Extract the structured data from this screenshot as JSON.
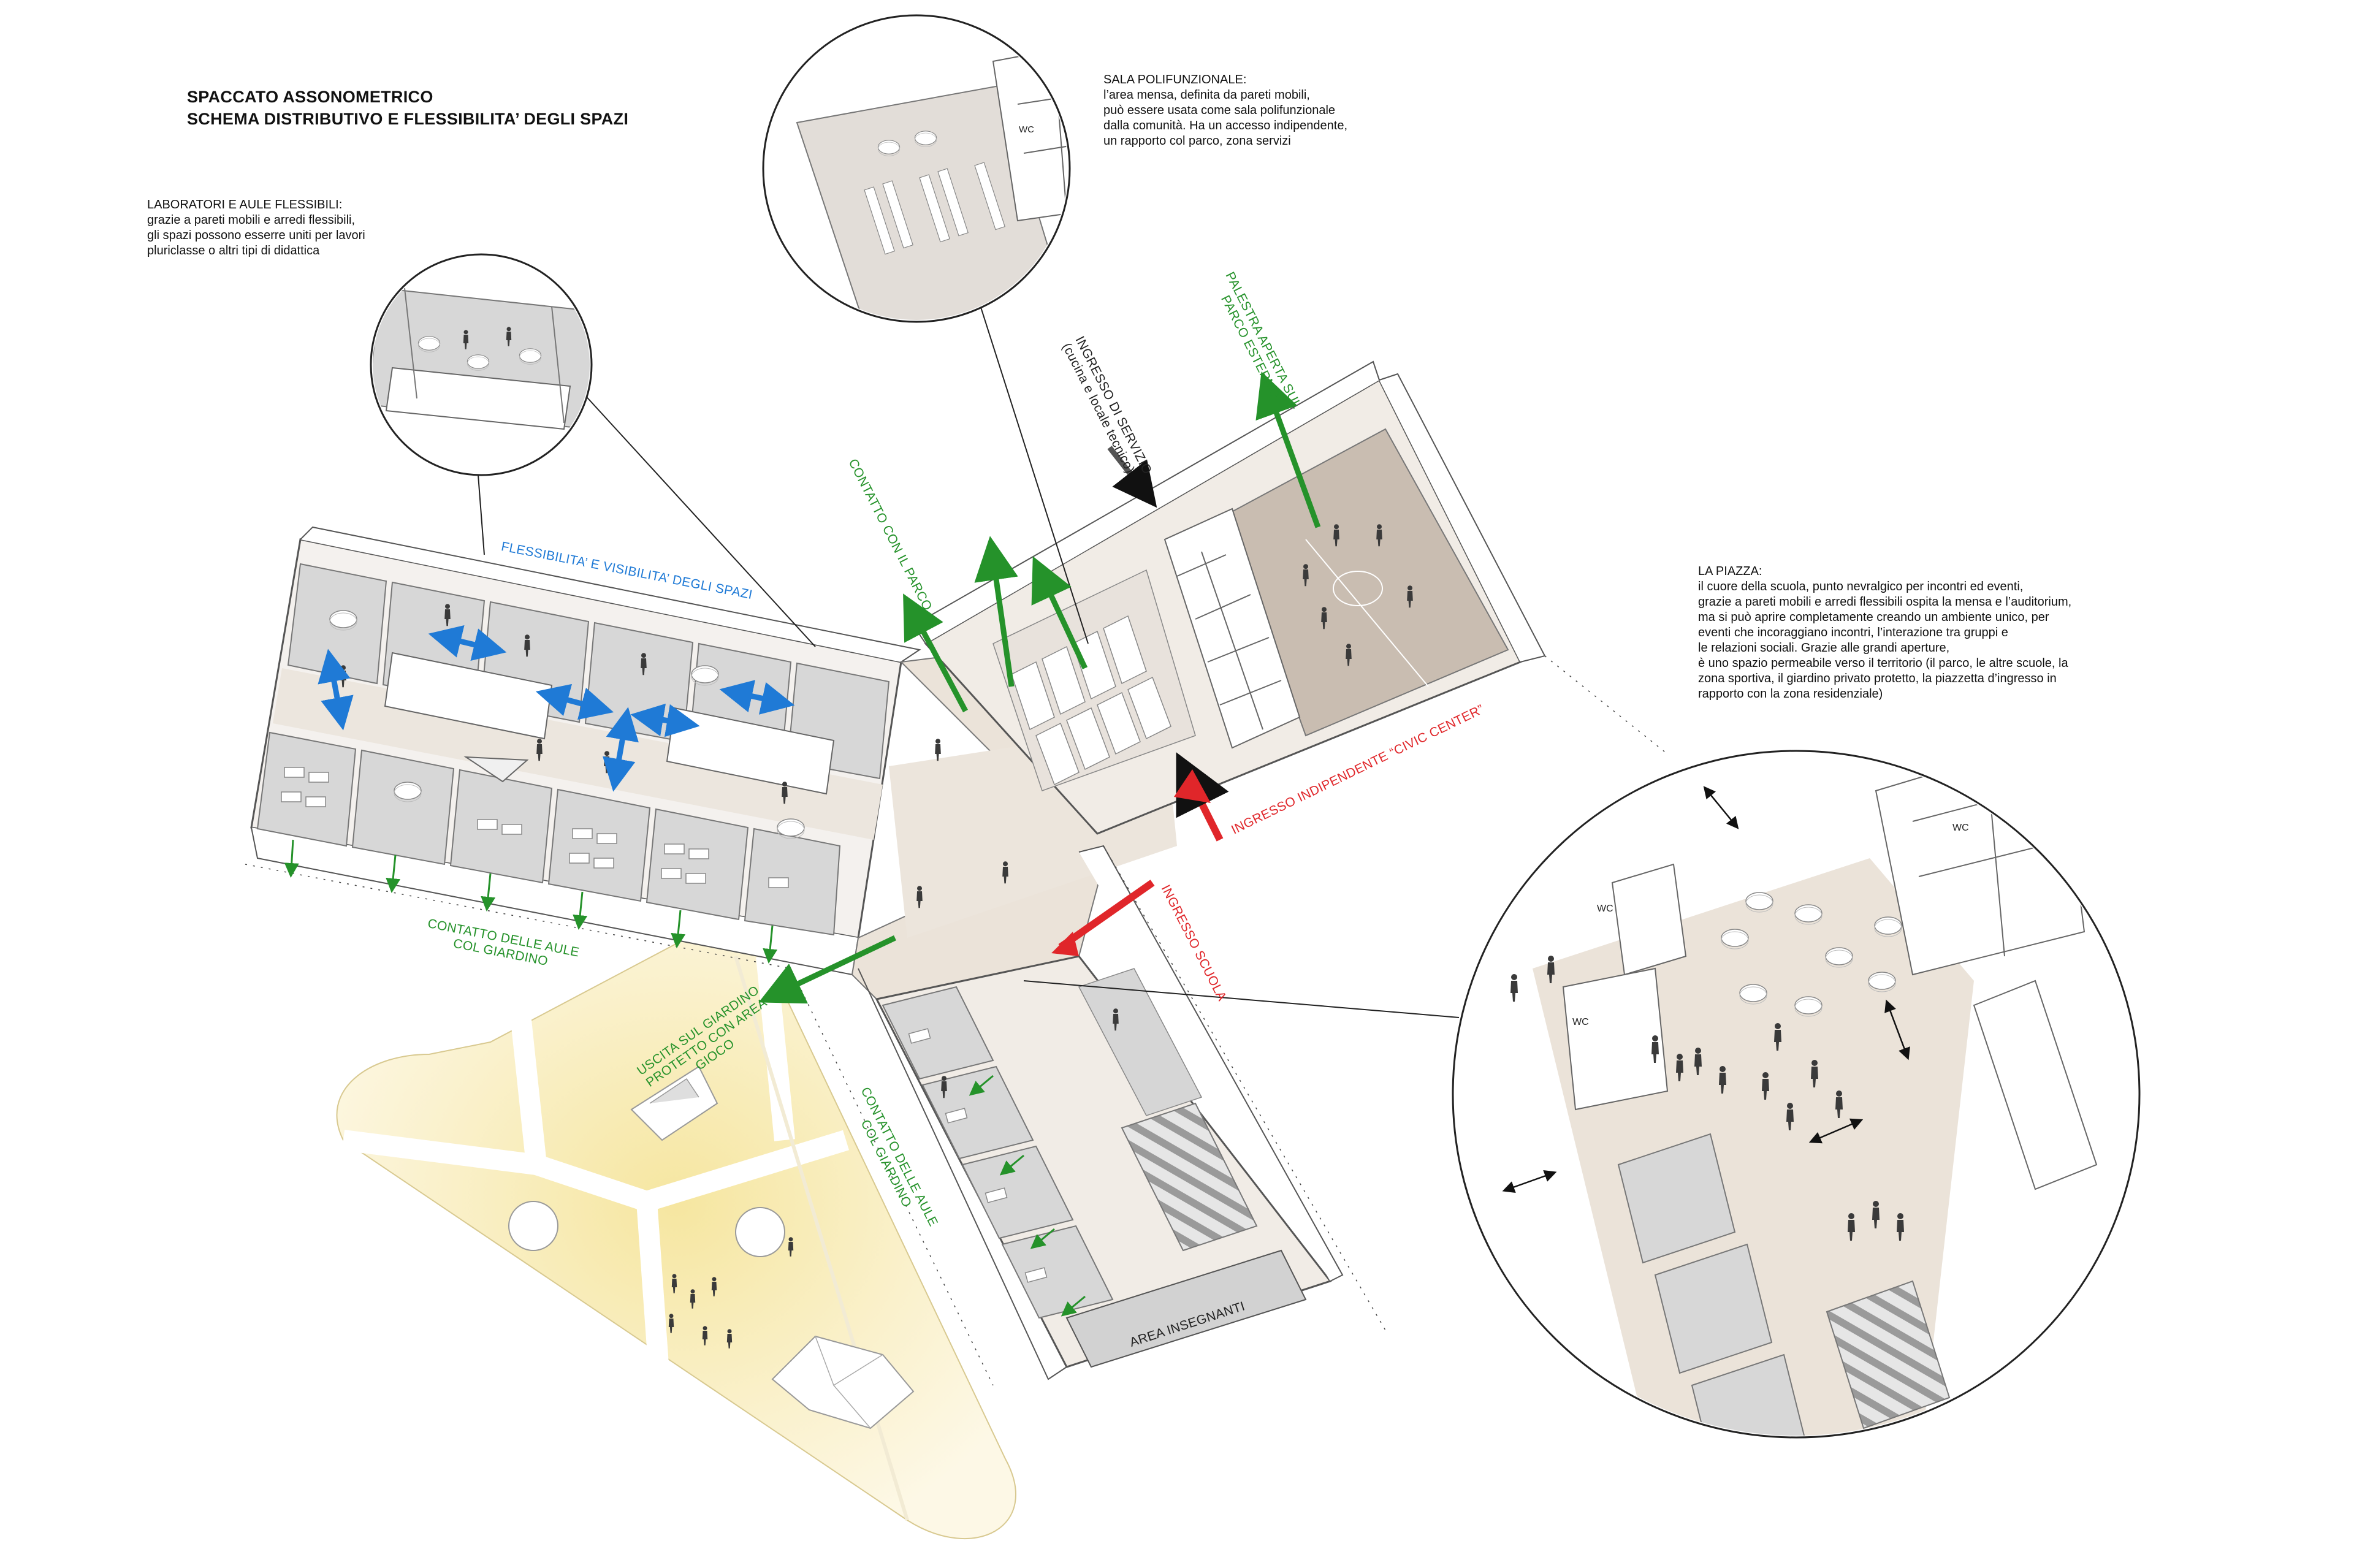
{
  "title": {
    "line1": "SPACCATO ASSONOMETRICO",
    "line2": "SCHEMA DISTRIBUTIVO E FLESSIBILITA’ DEGLI SPAZI"
  },
  "notes": {
    "laboratori": {
      "heading": "LABORATORI E AULE FLESSIBILI:",
      "lines": [
        "grazie a pareti mobili e arredi flessibili,",
        "gli spazi possono esserre uniti per lavori",
        "pluriclasse o altri tipi di didattica"
      ]
    },
    "sala": {
      "heading": "SALA POLIFUNZIONALE:",
      "lines": [
        "l’area mensa, definita da pareti mobili,",
        "può essere usata come sala polifunzionale",
        "dalla comunità. Ha un accesso indipendente,",
        "un rapporto col parco, zona servizi"
      ]
    },
    "piazza": {
      "heading": "LA PIAZZA:",
      "lines": [
        "il cuore della scuola, punto nevralgico per incontri ed eventi,",
        "grazie a pareti mobili e arredi flessibili ospita la mensa e l’auditorium,",
        "ma si può aprire completamente creando un ambiente unico, per",
        "eventi che incoraggiano incontri, l’interazione tra gruppi e",
        "le relazioni sociali. Grazie alle grandi aperture,",
        "è uno spazio permeabile verso il territorio (il parco, le altre scuole, la",
        "zona sportiva, il giardino privato protetto, la piazzetta d’ingresso in",
        "rapporto con la zona residenziale)"
      ]
    }
  },
  "labels": {
    "flessibilita": "FLESSIBILITA’ E VISIBILITA’ DEGLI SPAZI",
    "contatto_parco": "CONTATTO CON IL PARCO",
    "ingresso_servizio_1": "INGRESSO DI SERVIZIO",
    "ingresso_servizio_2": "(cucina e locale tecnico)",
    "palestra_1": "PALESTRA APERTA SUL",
    "palestra_2": "PARCO ESTERNO",
    "civic_center": "INGRESSO INDIPENDENTE “CIVIC CENTER”",
    "ingresso_scuola": "INGRESSO SCUOLA",
    "contatto_aule_1": "CONTATTO DELLE AULE",
    "contatto_aule_2": "COL GIARDINO",
    "uscita_1": "USCITA SUL GIARDINO",
    "uscita_2": "PROTETTO CON AREA",
    "uscita_3": "GIOCO",
    "contatto_aule_b1": "CONTATTO DELLE AULE",
    "contatto_aule_b2": "COL GIARDINO",
    "area_insegnanti": "AREA INSEGNANTI",
    "wc": "WC"
  },
  "colors": {
    "green": "#25922a",
    "red": "#e0262a",
    "blue": "#1f7ad6",
    "floor": "#ece6de",
    "floor_dark": "#c9bdb1",
    "room_grey": "#d4d4d4",
    "garden": "#f9efc4"
  },
  "icons": {
    "movement_arrow": "arrow-icon",
    "flex_arrow": "double-arrow-icon",
    "person": "person-icon"
  }
}
